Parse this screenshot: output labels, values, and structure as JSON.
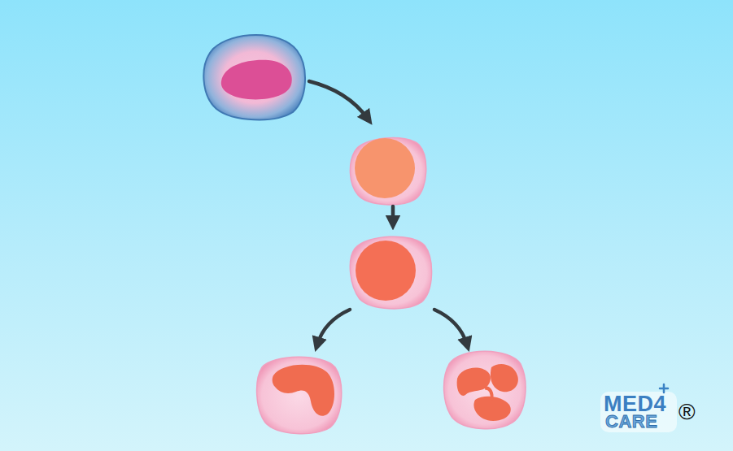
{
  "diagram": {
    "labels": [
      "MED4",
      "CARE",
      "®"
    ]
  }
}
